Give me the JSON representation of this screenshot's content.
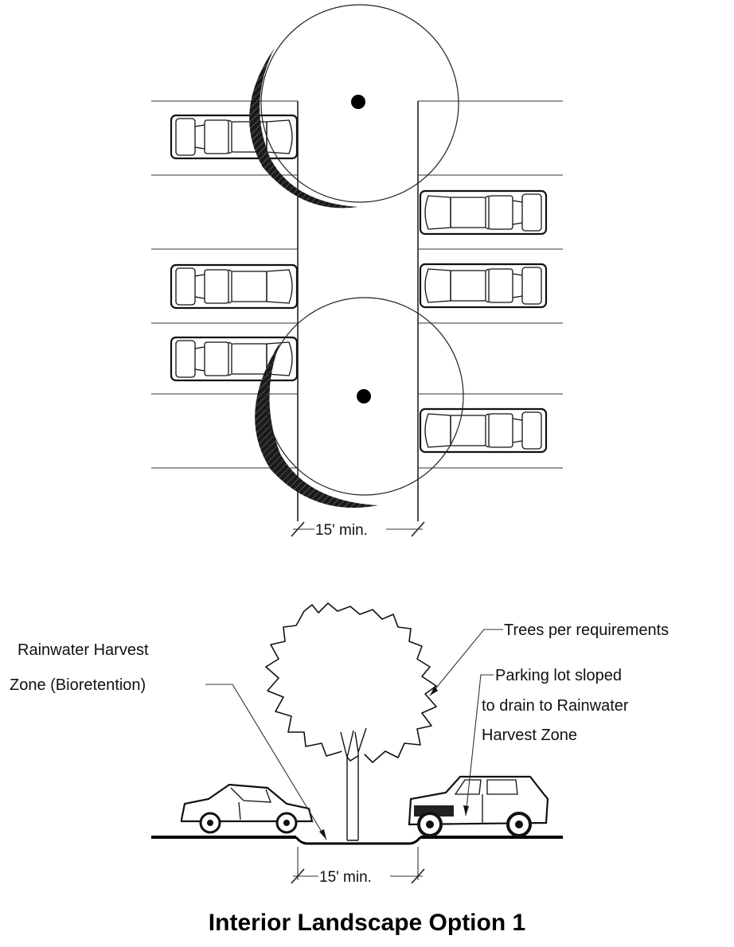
{
  "plan_dimension": "15' min.",
  "section_dimension": "15' min.",
  "labels": {
    "trees": "Trees per requirements",
    "rainwater_line1": "Rainwater Harvest",
    "rainwater_line2": "Zone (Bioretention)",
    "slope_line1": "Parking lot sloped",
    "slope_line2": "to drain to Rainwater",
    "slope_line3": "Harvest Zone"
  },
  "title": "Interior Landscape Option 1"
}
